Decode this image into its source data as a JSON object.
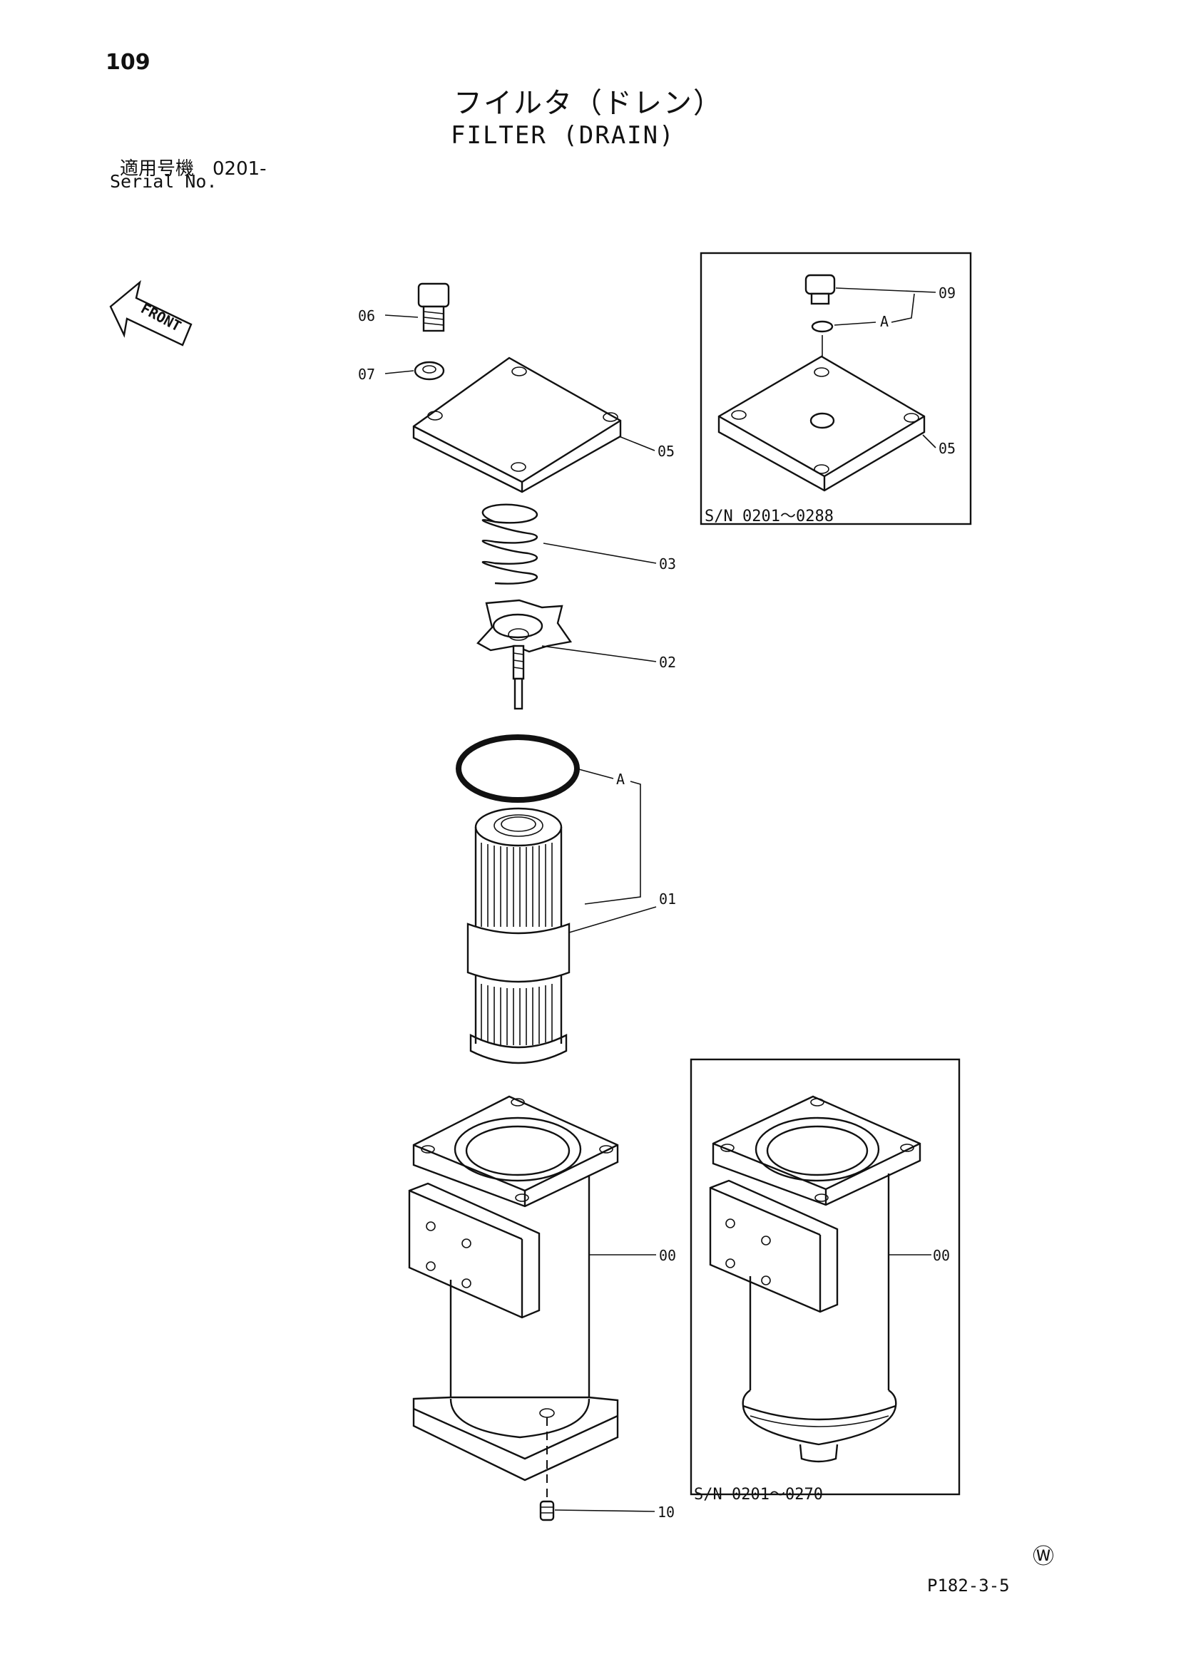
{
  "page_number": "109",
  "title_ja": "フイルタ（ドレン）",
  "title_en": "FILTER (DRAIN)",
  "serial": {
    "ja": "適用号機　0201-",
    "en": "Serial No."
  },
  "front_label": "FRONT",
  "callouts": {
    "p06": "06",
    "p07": "07",
    "p05": "05",
    "p03": "03",
    "p02": "02",
    "pA": "A",
    "p01": "01",
    "p00": "00",
    "p10": "10",
    "i1_09": "09",
    "i1_A": "A",
    "i1_05": "05",
    "i2_00": "00"
  },
  "inset1": {
    "sn": "S/N  0201～0288"
  },
  "inset2": {
    "sn": "S/N  0201～0270"
  },
  "footer_code": "P182-3-5",
  "w_mark": "Ⓦ"
}
